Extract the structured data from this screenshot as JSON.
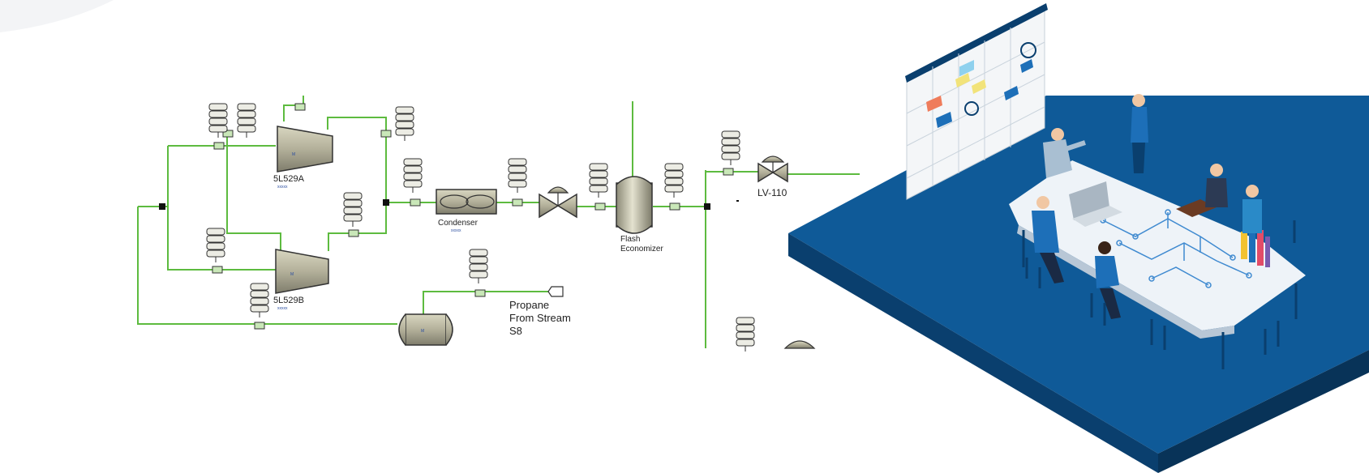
{
  "diagram": {
    "labels": {
      "compressor_a": "5L529A",
      "compressor_b": "5L529B",
      "condenser": "Condenser",
      "flash_line1": "Flash",
      "flash_line2": "Economizer",
      "valve": "LV-110",
      "propane_line1": "Propane",
      "propane_line2": "From Stream",
      "propane_line3": "S8"
    },
    "colors": {
      "pipe": "#5dbb3f",
      "equipment_fill": "#bdbba2",
      "equipment_stroke": "#333333",
      "tag_fill": "#e9e9e0"
    }
  },
  "illustration": {
    "colors": {
      "platform_top": "#0f5a98",
      "platform_side": "#0a3f6e",
      "table": "#eef3f8",
      "board": "#f4f6f8",
      "board_rail": "#0a3f6e"
    },
    "icons": [
      "people-meeting",
      "whiteboard",
      "laptop",
      "bar-chart",
      "circuit-board"
    ]
  }
}
